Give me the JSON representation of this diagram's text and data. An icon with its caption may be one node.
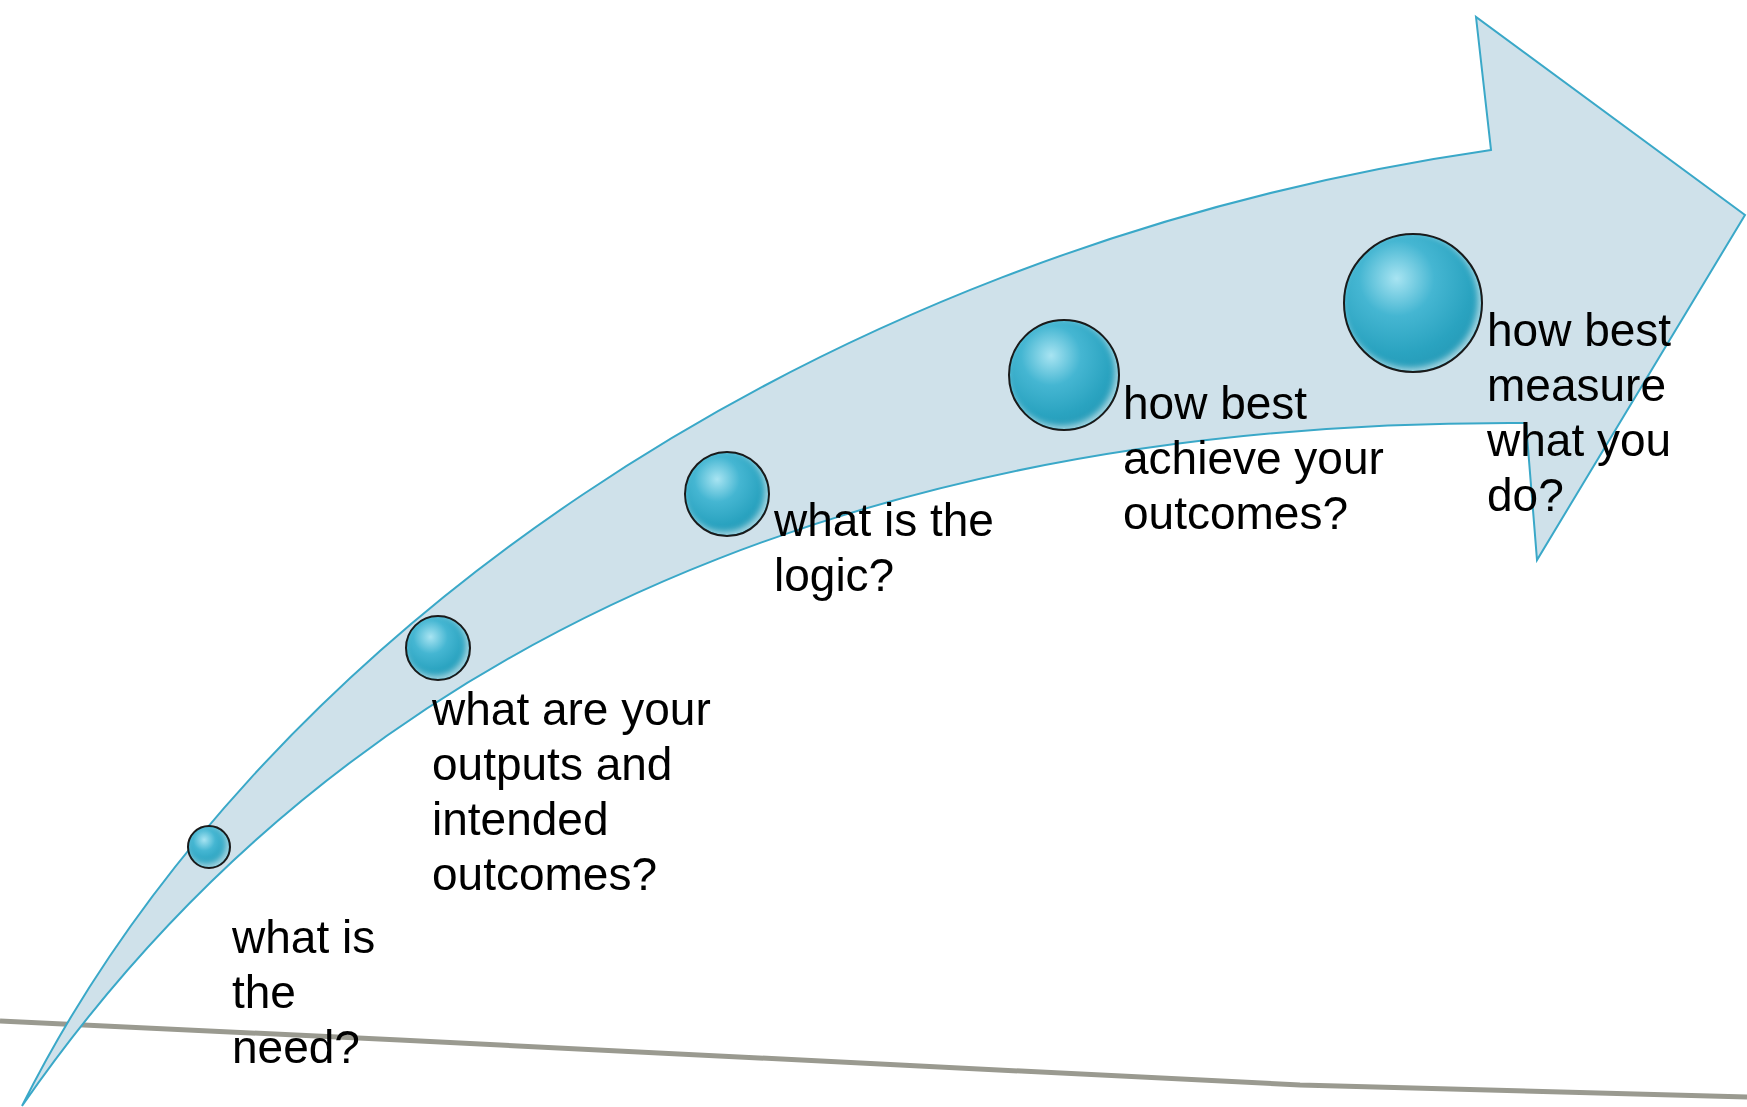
{
  "diagram": {
    "nodes": [
      {
        "text": [
          "what is the need?"
        ]
      },
      {
        "text": [
          "what are your outputs and intended outcomes?"
        ]
      },
      {
        "text": [
          "what is the logic?"
        ]
      },
      {
        "text": [
          "how best achieve your outcomes?"
        ]
      },
      {
        "text": [
          "how best measure what you do?"
        ]
      }
    ]
  }
}
